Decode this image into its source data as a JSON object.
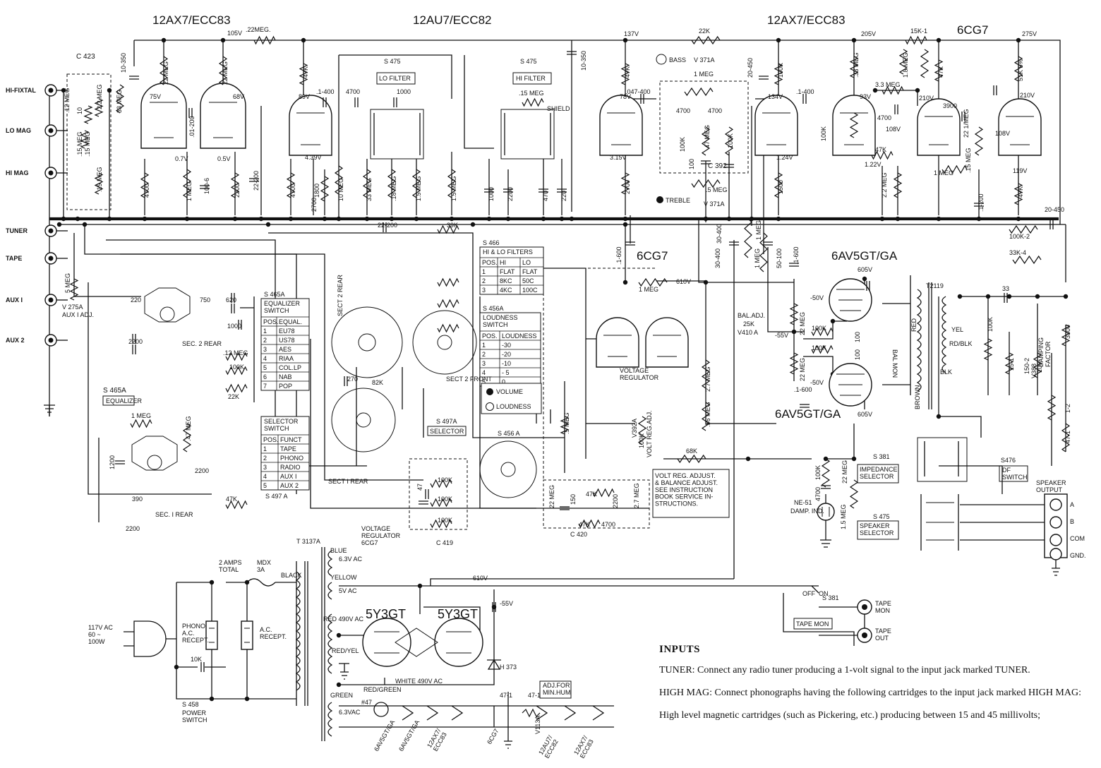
{
  "tubes": {
    "v1": "12AX7/ECC83",
    "v2": "12AU7/ECC82",
    "v3": "12AX7/ECC83",
    "v4": "6CG7",
    "vr": "6CG7",
    "out1": "6AV5GT/GA",
    "out2": "6AV5GT/GA",
    "rect1": "5Y3GT",
    "rect2": "5Y3GT"
  },
  "inputs": [
    "HI-FIXTAL",
    "LO MAG",
    "HI MAG",
    "TUNER",
    "TAPE",
    "AUX I",
    "AUX 2"
  ],
  "labels": {
    "c423": "C 423",
    "v275a": "V 275A",
    "aux1adj": "AUX I ADJ.",
    "s475_lo": "S 475",
    "lo_filter": "LO FILTER",
    "s475_hi": "S 475",
    "hi_filter": "HI FILTER",
    "shield": "SHIELD",
    "bass": "BASS",
    "v371a_top": "V 371A",
    "c392": "C 392",
    "treble": "TREBLE",
    "v371a_bot": "V 371A",
    "voltage_regulator": "VOLTAGE\nREGULATOR",
    "bal_adj": "BAL.ADJ.",
    "bal_adj_val": "25K",
    "v410a": "V410 A",
    "bal_mon": "BAL MON",
    "t2119": "T2119",
    "s465a_eq": "S 465A",
    "equalizer": "EQUALIZER",
    "sec2rear": "SEC. 2 REAR",
    "sec1rear_l": "SEC. I REAR",
    "sect1rear": "SECT I REAR",
    "sect2rear": "SECT 2 REAR",
    "sect2front": "SECT 2 FRONT",
    "s497a": "S 497A",
    "selector": "SELECTOR",
    "s456a": "S 456 A",
    "c419": "C 419",
    "c420": "C 420",
    "v392a": "V392A",
    "volt_reg_adj": "VOLT REG.ADJ.",
    "note_box": "VOLT REG. ADJUST.\n& BALANCE ADJUST.\nSEE INSTRUCTION\nBOOK SERVICE IN-\nSTRUCTIONS.",
    "ne51": "NE-51",
    "damp_ind": "DAMP. IND.",
    "s381": "S 381",
    "impedance_selector": "IMPEDANCE\nSELECTOR",
    "s475_spk": "S 475",
    "speaker_selector": "SPEAKER\nSELECTOR",
    "s381_tm": "S 381",
    "tape_mon_sw": "TAPE MON",
    "tape_mon_jack": "TAPE\nMON",
    "tape_out_jack": "TAPE\nOUT",
    "off": "OFF",
    "on": "ON",
    "v388": "V388",
    "damping_factor": "DAMPING\nFACTOR",
    "s476": "S476",
    "df_switch": "DF\nSWITCH",
    "speaker_output": "SPEAKER\nOUTPUT",
    "t3137a": "T 3137A",
    "voltage_regulator_6cg7": "VOLTAGE\nREGULATOR\n6CG7",
    "two_amps": "2 AMPS\nTOTAL",
    "mdx": "MDX\n3A",
    "ac_in": "117V AC\n60 ~\n100W",
    "phono_recept": "PHONO\nA.C.\nRECEPT.",
    "ac_recept": "A.C.\nRECEPT.",
    "s458": "S 458",
    "power_switch": "POWER\nSWITCH",
    "h373": "H 373",
    "adj_hum": "ADJ.FOR\nMIN.HUM",
    "v113a": "V113A",
    "blue": "BLUE",
    "yellow": "YELLOW",
    "red_490": "RED 490V AC",
    "red_yel": "RED/YEL",
    "red_green": "RED/GREEN",
    "white_490": "WHITE  490V AC",
    "green": "GREEN",
    "black": "BLACK",
    "v63ac_a": "6.3V AC",
    "v5ac": "5V AC",
    "v63ac_b": "6.3VAC",
    "heater_6av5_a": "6AV5GT/GA",
    "heater_6av5_b": "6AV5GT/GA",
    "heater_12ax7_a": "12AX7/\nECC83",
    "heater_6cg7": "6CG7",
    "heater_12au7": "12AU7/\nECC82",
    "heater_12ax7_b": "12AX7/\nECC83",
    "brown": "BROWN",
    "red": "RED",
    "yel": "YEL",
    "rd_blk": "RD/BLK",
    "blk": "BLK"
  },
  "speaker_terminals": [
    "A",
    "B",
    "COM",
    "GND."
  ],
  "voltages": {
    "v75": "75V",
    "v68": "68V",
    "v105": "105V",
    "v07": "0.7V",
    "v05": "0.5V",
    "v89": "89V",
    "v439": "4.39V",
    "v137": "137V",
    "v78": "78V",
    "v315": "3.15V",
    "v134": "134V",
    "v124": "1.24V",
    "v93": "93V",
    "v122": "1.22V",
    "v205": "205V",
    "v275": "275V",
    "v210a": "210V",
    "v210b": "210V",
    "v108a": "108V",
    "v108b": "108V",
    "v119": "119V",
    "v605a": "605V",
    "v605b": "605V",
    "v610": "610V",
    "n50a": "-50V",
    "n50b": "-50V",
    "n55": "-55V",
    "v610w": "610V",
    "n55w": "-55V"
  },
  "components": {
    "r22meg_top": ".22MEG.",
    "c10_350a": "10-350",
    "r33meg": "33 MEG",
    "r12meg_a": ".12 MEG",
    "c10": "10",
    "r22meg_small": "2.2 MEG",
    "r15meg_a": ".15 MEG",
    "r15meg_b": ".15 MEG",
    "r15meg_c": ".15 MEG",
    "r22meg_a": "22 MEG",
    "r22meg_b": "22 MEG",
    "c01_200": ".01-200",
    "r4700_a": "4700",
    "r1meg_a": "1 MEG",
    "c100_6": "100-6",
    "r2200_a": "2200",
    "c22_200_a": "22-200",
    "r47k_a": "47K",
    "c1_400_a": ".1-400",
    "c4700_a": "4700",
    "c1000_a": "1000",
    "r15meg_hf": ".15 MEG",
    "c10_350b": "10-350",
    "r47k_b": "47K",
    "c047_400": ".047-400",
    "r22k": "22K",
    "r4700_b": "4700",
    "c1800": "1800",
    "r2700_a": "2700",
    "r10meg": "10 MEG",
    "r33meg_b": "33 MEG",
    "r18meg": ".18 MEG",
    "r15meg_d": "1.5 MEG",
    "r15meg_e": "1.5 MEG",
    "c1000_b": "1000",
    "c2200_b": "2200",
    "c470": "470",
    "c220_a": "220",
    "r2700_b": "2700",
    "r1meg_bass": "1 MEG",
    "c4700_b": "4700",
    "c4700_c": "4700",
    "r100k_a": "100K",
    "r47meg": "47 MEG",
    "r100k_b": "100K",
    "c100": "100",
    "r5meg_tr": ".5 MEG",
    "c20_450a": "20-450",
    "r100k_c": "100K",
    "c1_400_b": ".1-400",
    "r1500": "1500",
    "r100k_d": "100K",
    "r33meg_c": ".33 MEG",
    "r33meg_d": "3.3 MEG",
    "c4700_d": "4700",
    "r47k_c": "47K",
    "r15k1": "15K-1",
    "r18meg_b": "1.8 MEG",
    "r47k_d": "47K",
    "c3900": "3900",
    "r1meg_b": "1 MEG",
    "r22meg_c": "2.2 MEG",
    "r22_1meg": "22 1/MEG",
    "r15meg_f": ".15 MEG",
    "c1_200": ".1-200",
    "r47k_e": "47K",
    "r51k": "51K 5%",
    "c20_450b": "20-450",
    "r100k2": "100K-2",
    "r33k4": "33K-4",
    "c22_200_b": "22-200",
    "r39k": "39K",
    "c1_600_a": ".1-600",
    "r1meg_vr": "1 MEG",
    "c30_400a": "30-400",
    "c30_400b": "30-400",
    "r1meg_c": "1 MEG",
    "r1meg_d": "1 MEG",
    "c50_100": "50-100",
    "c1_600_b": ".1-600",
    "r22meg_d": "22 MEG",
    "r100k_e": "100K",
    "r100k_f": "100K",
    "r22meg_e": "22 MEG",
    "c1_600_c": ".1-600",
    "r100_a": "100",
    "r100_b": "100",
    "r27meg": "2.7 MEG",
    "r56meg": ".56 MEG",
    "r100k_vr": "100K",
    "r68k": "68K",
    "r5meg_b": ".5 MEG",
    "c33": "33",
    "r100k_g": "100K",
    "r3300": "3300",
    "r15_1": "15-1",
    "r150_2": "150-2",
    "r100_c": "100",
    "r1_2": "1-2",
    "r47_1": "47-1",
    "c220_b": "220",
    "c750": "750",
    "c620": "620",
    "c1000_c": "1000",
    "c2200_c": "2200",
    "r12meg_b": ".12 MEG",
    "r100k_h": "100K",
    "r22k_b": "22K",
    "r1meg_e": "1 MEG",
    "r47meg_b": ".47 MEG",
    "c1200": "1200",
    "c2200_d": "2200",
    "c390": "390",
    "r47k_f": "47K",
    "c2200_e": "2200",
    "c270": "270",
    "r82k": "82K",
    "c47": "47",
    "r100k_i": "100K",
    "r100k_j": "100K",
    "r100k_k": "100K",
    "r22meg_f": "22 MEG",
    "c150": "150",
    "r47k_g": "47K",
    "c2200_f": "2200",
    "r27meg_b": "2.7 MEG",
    "r47k_h": "47K",
    "c4700_e": "4700",
    "r5meg_aux": "5 MEG",
    "r100k_ne": "100K",
    "c4700_ne": "4700",
    "r22meg_ne": "22 MEG",
    "r15meg_ne": "1.5 MEG",
    "c10k": "10K",
    "r47_1a": "47-1",
    "r47_1b": "47-1",
    "tap47": "#47"
  },
  "tables": {
    "s466": {
      "title": "S 466",
      "subtitle": "HI & LO FILTERS",
      "cols": [
        "POS.",
        "HI",
        "LO"
      ],
      "rows": [
        [
          "1",
          "FLAT",
          "FLAT"
        ],
        [
          "2",
          "8KC",
          "50C"
        ],
        [
          "3",
          "4KC",
          "100C"
        ]
      ]
    },
    "s465a": {
      "title": "S 465A",
      "subtitle": "EQUALIZER\nSWITCH",
      "cols": [
        "POS.",
        "EQUAL."
      ],
      "rows": [
        [
          "1",
          "EU78"
        ],
        [
          "2",
          "US78"
        ],
        [
          "3",
          "AES"
        ],
        [
          "4",
          "RIAA"
        ],
        [
          "5",
          "COL.LP"
        ],
        [
          "6",
          "NAB"
        ],
        [
          "7",
          "POP"
        ]
      ]
    },
    "s456a": {
      "title": "S 456A",
      "subtitle": "LOUDNESS\nSWITCH",
      "cols": [
        "POS.",
        "LOUDNESS"
      ],
      "rows": [
        [
          "1",
          "-30"
        ],
        [
          "2",
          "-20"
        ],
        [
          "3",
          "-10"
        ],
        [
          "4",
          "- 5"
        ],
        [
          "5",
          "0"
        ]
      ]
    },
    "selector": {
      "subtitle": "SELECTOR\nSWITCH",
      "cols": [
        "POS.",
        "FUNCT"
      ],
      "rows": [
        [
          "1",
          "TAPE"
        ],
        [
          "2",
          "PHONO"
        ],
        [
          "3",
          "RADIO"
        ],
        [
          "4",
          "AUX I"
        ],
        [
          "5",
          "AUX 2"
        ]
      ],
      "caption": "S 497 A"
    },
    "vol": {
      "volume": "VOLUME",
      "loudness": "LOUDNESS"
    }
  },
  "notes": {
    "heading": "INPUTS",
    "tuner": "TUNER:  Connect any radio tuner producing a 1-volt signal to the input jack marked TUNER.",
    "highmag": "HIGH MAG:  Connect phonographs having the following cartridges to the input jack marked HIGH MAG:",
    "highlevel": "High level magnetic cartridges (such as Pickering, etc.) producing between 15 and 45 millivolts;"
  }
}
